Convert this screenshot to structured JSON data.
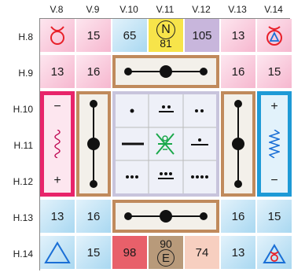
{
  "columns": [
    "V.8",
    "V.9",
    "V.10",
    "V.11",
    "V.12",
    "V.13",
    "V.14"
  ],
  "rows": [
    "H.8",
    "H.9",
    "H.10",
    "H.11",
    "H.12",
    "H.13",
    "H.14"
  ],
  "cells": {
    "r8c9": "15",
    "r8c10": "65",
    "r8c11_letter": "N",
    "r8c11_num": "81",
    "r8c12": "105",
    "r8c13": "13",
    "r9c8": "13",
    "r9c9": "16",
    "r9c13": "16",
    "r9c14": "15",
    "r13c8": "13",
    "r13c9": "16",
    "r13c13": "16",
    "r13c14": "15",
    "r14c9": "15",
    "r14c10": "98",
    "r14c11_num": "90",
    "r14c11_letter": "E",
    "r14c12": "74",
    "r14c13": "13"
  },
  "left_panel": {
    "top": "−",
    "bottom": "+"
  },
  "right_panel": {
    "top": "+",
    "bottom": "−"
  },
  "colors": {
    "pink_cell": "#f6b7cf",
    "blue_cell": "#a9d8f1",
    "red_cell": "#e8606a",
    "yellow_cell": "#f7e44a",
    "lavender_cell": "#c8b6dc",
    "tan_frame": "#c08a5c"
  }
}
